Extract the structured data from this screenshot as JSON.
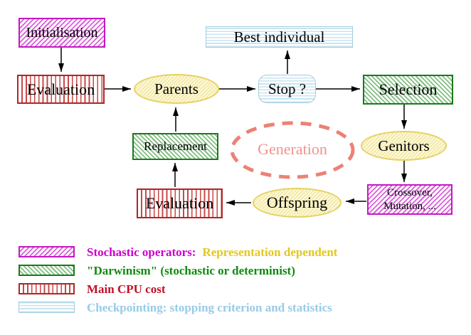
{
  "nodes": {
    "initialisation": "Initialisation",
    "evaluation_top": "Evaluation",
    "parents": "Parents",
    "best_individual": "Best individual",
    "stop": "Stop ?",
    "selection": "Selection",
    "genitors": "Genitors",
    "crossover_line1": "Crossover,",
    "crossover_line2": "Mutation, ...",
    "offspring": "Offspring",
    "evaluation_bottom": "Evaluation",
    "replacement": "Replacement",
    "generation": "Generation"
  },
  "edges": [
    {
      "from": "initialisation",
      "to": "evaluation_top"
    },
    {
      "from": "evaluation_top",
      "to": "parents"
    },
    {
      "from": "parents",
      "to": "stop"
    },
    {
      "from": "stop",
      "to": "best_individual"
    },
    {
      "from": "stop",
      "to": "selection"
    },
    {
      "from": "selection",
      "to": "genitors"
    },
    {
      "from": "genitors",
      "to": "crossover"
    },
    {
      "from": "crossover",
      "to": "offspring"
    },
    {
      "from": "offspring",
      "to": "evaluation_bottom"
    },
    {
      "from": "evaluation_bottom",
      "to": "replacement"
    },
    {
      "from": "replacement",
      "to": "parents"
    }
  ],
  "legend": {
    "rows": [
      {
        "swatch": "magenta-diagonal-hatch",
        "label": "Stochastic operators:",
        "label2": "Representation dependent"
      },
      {
        "swatch": "green-diagonal-hatch",
        "label": "\"Darwinism\" (stochastic or determinist)"
      },
      {
        "swatch": "red-vertical-stripes",
        "label": "Main CPU cost"
      },
      {
        "swatch": "cyan-horizontal-stripes",
        "label": "Checkpointing: stopping criterion and statistics"
      }
    ]
  },
  "colors": {
    "magenta": "#cc00cc",
    "green": "#0f8a0f",
    "red": "#c01025",
    "cyan_text": "#97cbe8",
    "yellow_text": "#e3c81e",
    "salmon_dash": "#ed8175",
    "salmon_text": "#f0938b",
    "node_text": "#000000"
  }
}
